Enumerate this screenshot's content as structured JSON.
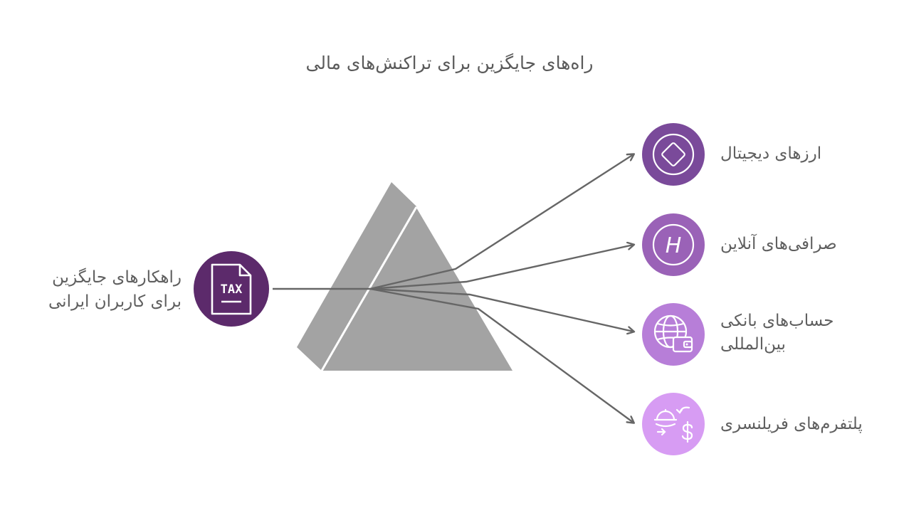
{
  "title": "راه‌های جایگزین برای تراکنش‌های مالی",
  "source": {
    "label_line1": "راهکارهای جایگزین",
    "label_line2": "برای کاربران ایرانی",
    "icon": "tax-document-icon",
    "icon_text": "TAX",
    "color": "#5c2a6b"
  },
  "prism_color": "#a3a3a3",
  "outputs": [
    {
      "label_lines": [
        "ارزهای دیجیتال"
      ],
      "icon": "diamond-icon",
      "color": "#7a4a9a"
    },
    {
      "label_lines": [
        "صرافی‌های آنلاین"
      ],
      "icon": "h-coin-icon",
      "color": "#9a62b7"
    },
    {
      "label_lines": [
        "حساب‌های بانکی",
        "بین‌المللی"
      ],
      "icon": "globe-wallet-icon",
      "color": "#b77ed8"
    },
    {
      "label_lines": [
        "پلتفرم‌های فریلنسری"
      ],
      "icon": "freelance-payment-icon",
      "color": "#d79cf3"
    }
  ]
}
